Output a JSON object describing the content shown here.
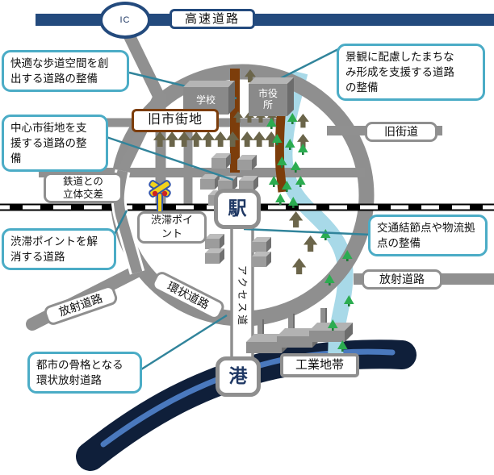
{
  "map_labels": {
    "ic": "IC",
    "expressway": "高速道路",
    "old_road": "旧街道",
    "old_town": "旧市街地",
    "school": "学校",
    "city_hall": "市役\n所",
    "station": "駅",
    "port": "港",
    "industrial_zone": "工業地帯",
    "radial_road_left": "放射道路",
    "radial_road_right": "放射道路",
    "ring_road": "環状道路",
    "access_road": "アクセス道",
    "rail_grade_separation": "鉄道との\n立体交差",
    "congestion_point": "渋滞ポイ\nント"
  },
  "callouts": {
    "sidewalk": "快適な歩道空間を創\n出する道路の整備",
    "center_district": "中心市街地を支\n援する道路の整\n備",
    "congestion_relief": "渋滞ポイントを解\n消する道路",
    "urban_backbone": "都市の骨格となる\n環状放射道路",
    "landscape": "景観に配慮したまちな\nみ形成を支援する道路\nの整備",
    "transport_hub": "交通結節点や物流拠\n点の整備"
  },
  "icons": {
    "railroad_crossing": "crossbuck-x-with-red-lights",
    "direction_arrow": "up-arrow",
    "tree": "triangle-tree",
    "factory": "block-with-chimney",
    "building": "iso-cube"
  },
  "colors": {
    "expressway_navy": "#234A7D",
    "road_gray": "#909090",
    "old_street_brown": "#7C3D0B",
    "river_blue": "#A8D9E8",
    "sea_navy": "#0F1F3A",
    "sea_stripe_blue": "#4A79BE",
    "callout_border_blue": "#4BACC6",
    "connector_teal": "#31849B",
    "arrow_olive": "#6B654A",
    "tree_green": "#2BAC50",
    "station_text_navy": "#1F3864",
    "railway_black": "#000000"
  }
}
